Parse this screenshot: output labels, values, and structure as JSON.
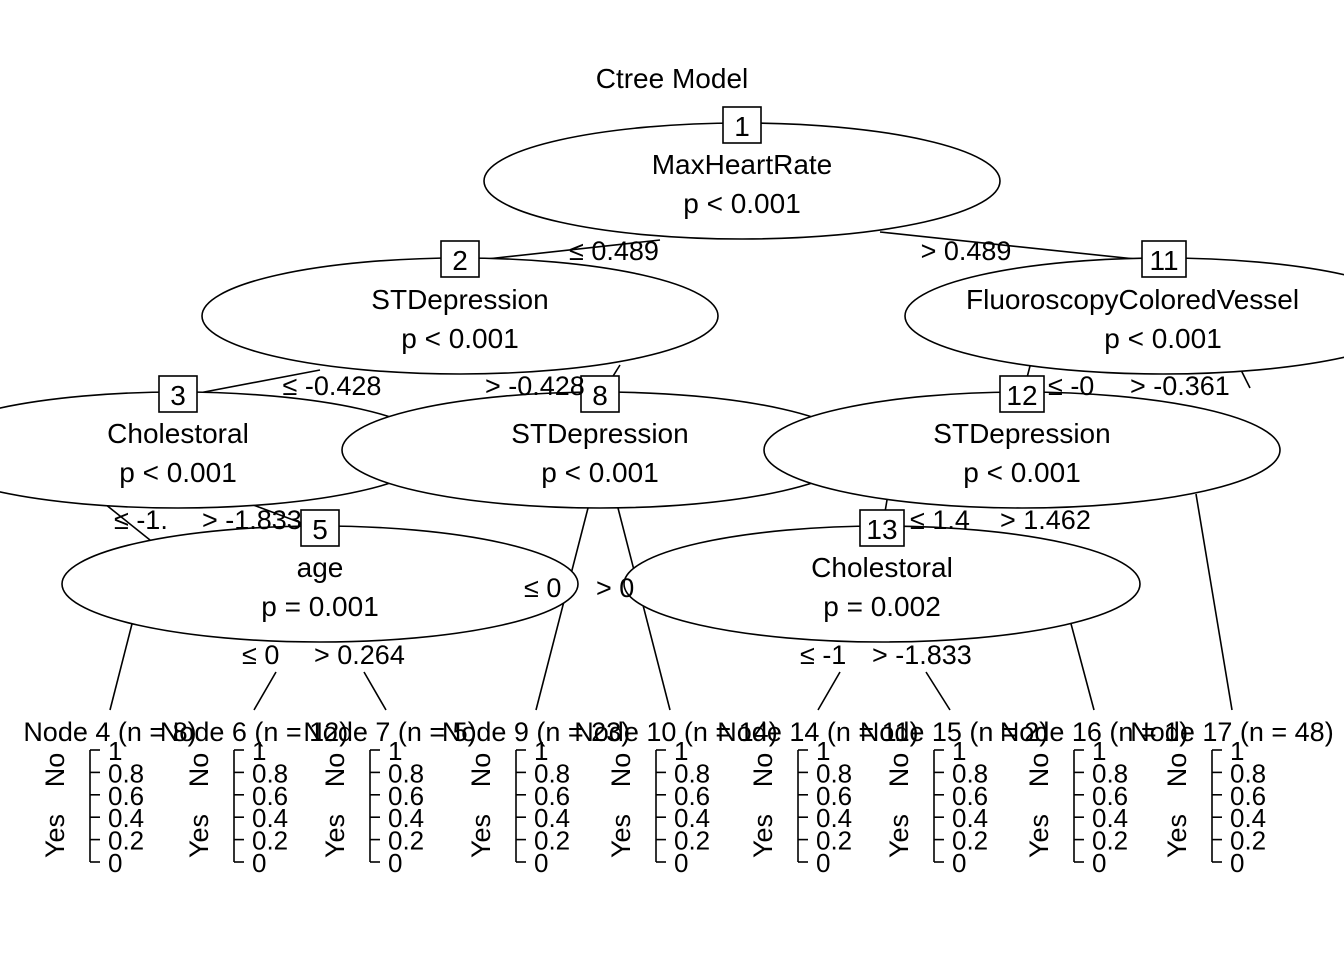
{
  "title": "Ctree Model",
  "inner_nodes": [
    {
      "id": "1",
      "variable": "MaxHeartRate",
      "p": "p < 0.001"
    },
    {
      "id": "2",
      "variable": "STDepression",
      "p": "p < 0.001"
    },
    {
      "id": "11",
      "variable": "FluoroscopyColoredVessel",
      "p": "p < 0.001"
    },
    {
      "id": "3",
      "variable": "Cholestoral",
      "p": "p < 0.001"
    },
    {
      "id": "8",
      "variable": "STDepression",
      "p": "p < 0.001"
    },
    {
      "id": "12",
      "variable": "STDepression",
      "p": "p < 0.001"
    },
    {
      "id": "5",
      "variable": "age",
      "p": "p = 0.001"
    },
    {
      "id": "13",
      "variable": "Cholestoral",
      "p": "p = 0.002"
    }
  ],
  "edge_labels": [
    {
      "node": "1",
      "left": "≤ 0.489",
      "right": "> 0.489"
    },
    {
      "node": "2",
      "left": "≤ -0.428",
      "right": "> -0.428"
    },
    {
      "node": "11",
      "left": "≤ -0",
      "right": "> -0.361"
    },
    {
      "node": "3",
      "left": "≤ -1.",
      "right": "> -1.833"
    },
    {
      "node": "8",
      "left": "≤ 0",
      "right": "> 0"
    },
    {
      "node": "12",
      "left": "≤ 1.4",
      "right": "> 1.462"
    },
    {
      "node": "5",
      "left": "≤ 0",
      "right": "> 0.264"
    },
    {
      "node": "13",
      "left": "≤ -1",
      "right": "> -1.833"
    }
  ],
  "terminal_nodes": [
    {
      "id": "4",
      "label": "Node 4 (n = 8)"
    },
    {
      "id": "6",
      "label": "Node 6 (n = 12)"
    },
    {
      "id": "7",
      "label": "Node 7 (n = 5)"
    },
    {
      "id": "9",
      "label": "Node 9 (n = 23)"
    },
    {
      "id": "10",
      "label": "Node 10 (n = 14)"
    },
    {
      "id": "14",
      "label": "Node 14 (n = 11)"
    },
    {
      "id": "15",
      "label": "Node 15 (n = 2)"
    },
    {
      "id": "16",
      "label": "Node 16 (n = 1)"
    },
    {
      "id": "17",
      "label": "Node 17 (n = 48)"
    }
  ],
  "class_labels": [
    "Yes",
    "No"
  ],
  "axis_ticks": [
    "1",
    "0.8",
    "0.6",
    "0.4",
    "0.2",
    "0"
  ]
}
